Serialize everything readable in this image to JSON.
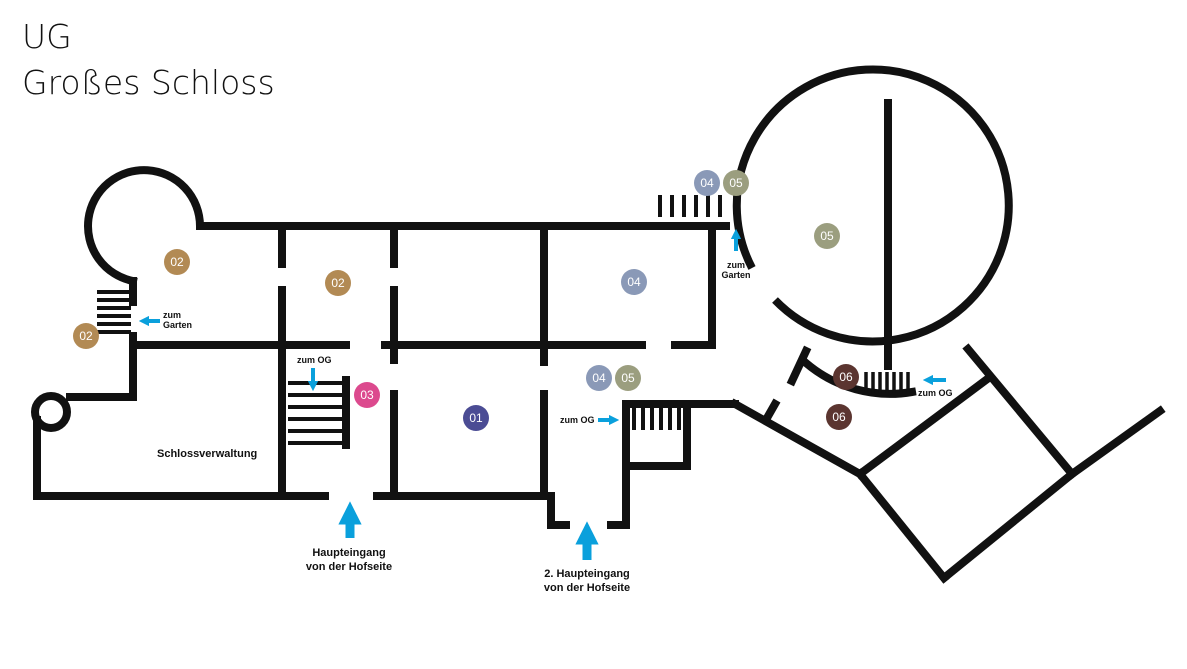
{
  "header": {
    "level": "UG",
    "building": "Großes Schloss"
  },
  "colors": {
    "wall": "#111111",
    "arrow": "#0aa0dc",
    "marker_01": "#4b4c94",
    "marker_02": "#b28a54",
    "marker_03": "#dc4a8e",
    "marker_04": "#8a99b7",
    "marker_05": "#9b9e7f",
    "marker_06": "#5b3530"
  },
  "markers": {
    "m01": "01",
    "m02": "02",
    "m03": "03",
    "m04": "04",
    "m05": "05",
    "m06": "06"
  },
  "labels": {
    "zum": "zum",
    "garten": "Garten",
    "zum_og": "zum OG",
    "schlossverwaltung": "Schlossverwaltung",
    "haupteingang_line1": "Haupteingang",
    "haupteingang_line2": "von der Hofseite",
    "haupteingang2_line1": "2. Haupteingang",
    "haupteingang2_line2": "von der Hofseite"
  }
}
